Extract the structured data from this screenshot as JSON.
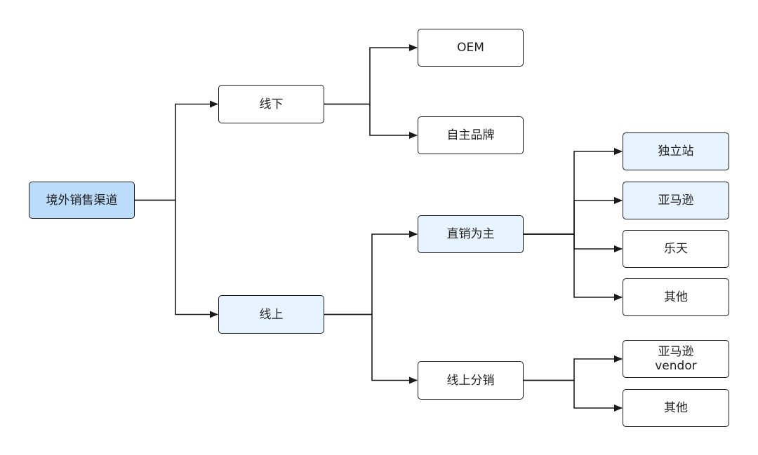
{
  "colors": {
    "root_fill": "#bcdcfb",
    "highlight_fill": "#e7f3fe",
    "default_fill": "#ffffff",
    "stroke": "#1a1a1a"
  },
  "nodes": {
    "root": {
      "label": "境外销售渠道",
      "fill": "root"
    },
    "offline": {
      "label": "线下",
      "fill": "default"
    },
    "online": {
      "label": "线上",
      "fill": "highlight"
    },
    "oem": {
      "label": "OEM",
      "fill": "default"
    },
    "own_brand": {
      "label": "自主品牌",
      "fill": "default"
    },
    "direct": {
      "label": "直销为主",
      "fill": "highlight"
    },
    "online_dist": {
      "label": "线上分销",
      "fill": "default"
    },
    "indep_site": {
      "label": "独立站",
      "fill": "highlight"
    },
    "amazon": {
      "label": "亚马逊",
      "fill": "highlight"
    },
    "rakuten": {
      "label": "乐天",
      "fill": "default"
    },
    "other1": {
      "label": "其他",
      "fill": "default"
    },
    "amazon_vendor": {
      "label_lines": [
        "亚马逊",
        "vendor"
      ],
      "fill": "default"
    },
    "other2": {
      "label": "其他",
      "fill": "default"
    }
  },
  "edges": [
    [
      "root",
      "offline"
    ],
    [
      "root",
      "online"
    ],
    [
      "offline",
      "oem"
    ],
    [
      "offline",
      "own_brand"
    ],
    [
      "online",
      "direct"
    ],
    [
      "online",
      "online_dist"
    ],
    [
      "direct",
      "indep_site"
    ],
    [
      "direct",
      "amazon"
    ],
    [
      "direct",
      "rakuten"
    ],
    [
      "direct",
      "other1"
    ],
    [
      "online_dist",
      "amazon_vendor"
    ],
    [
      "online_dist",
      "other2"
    ]
  ]
}
